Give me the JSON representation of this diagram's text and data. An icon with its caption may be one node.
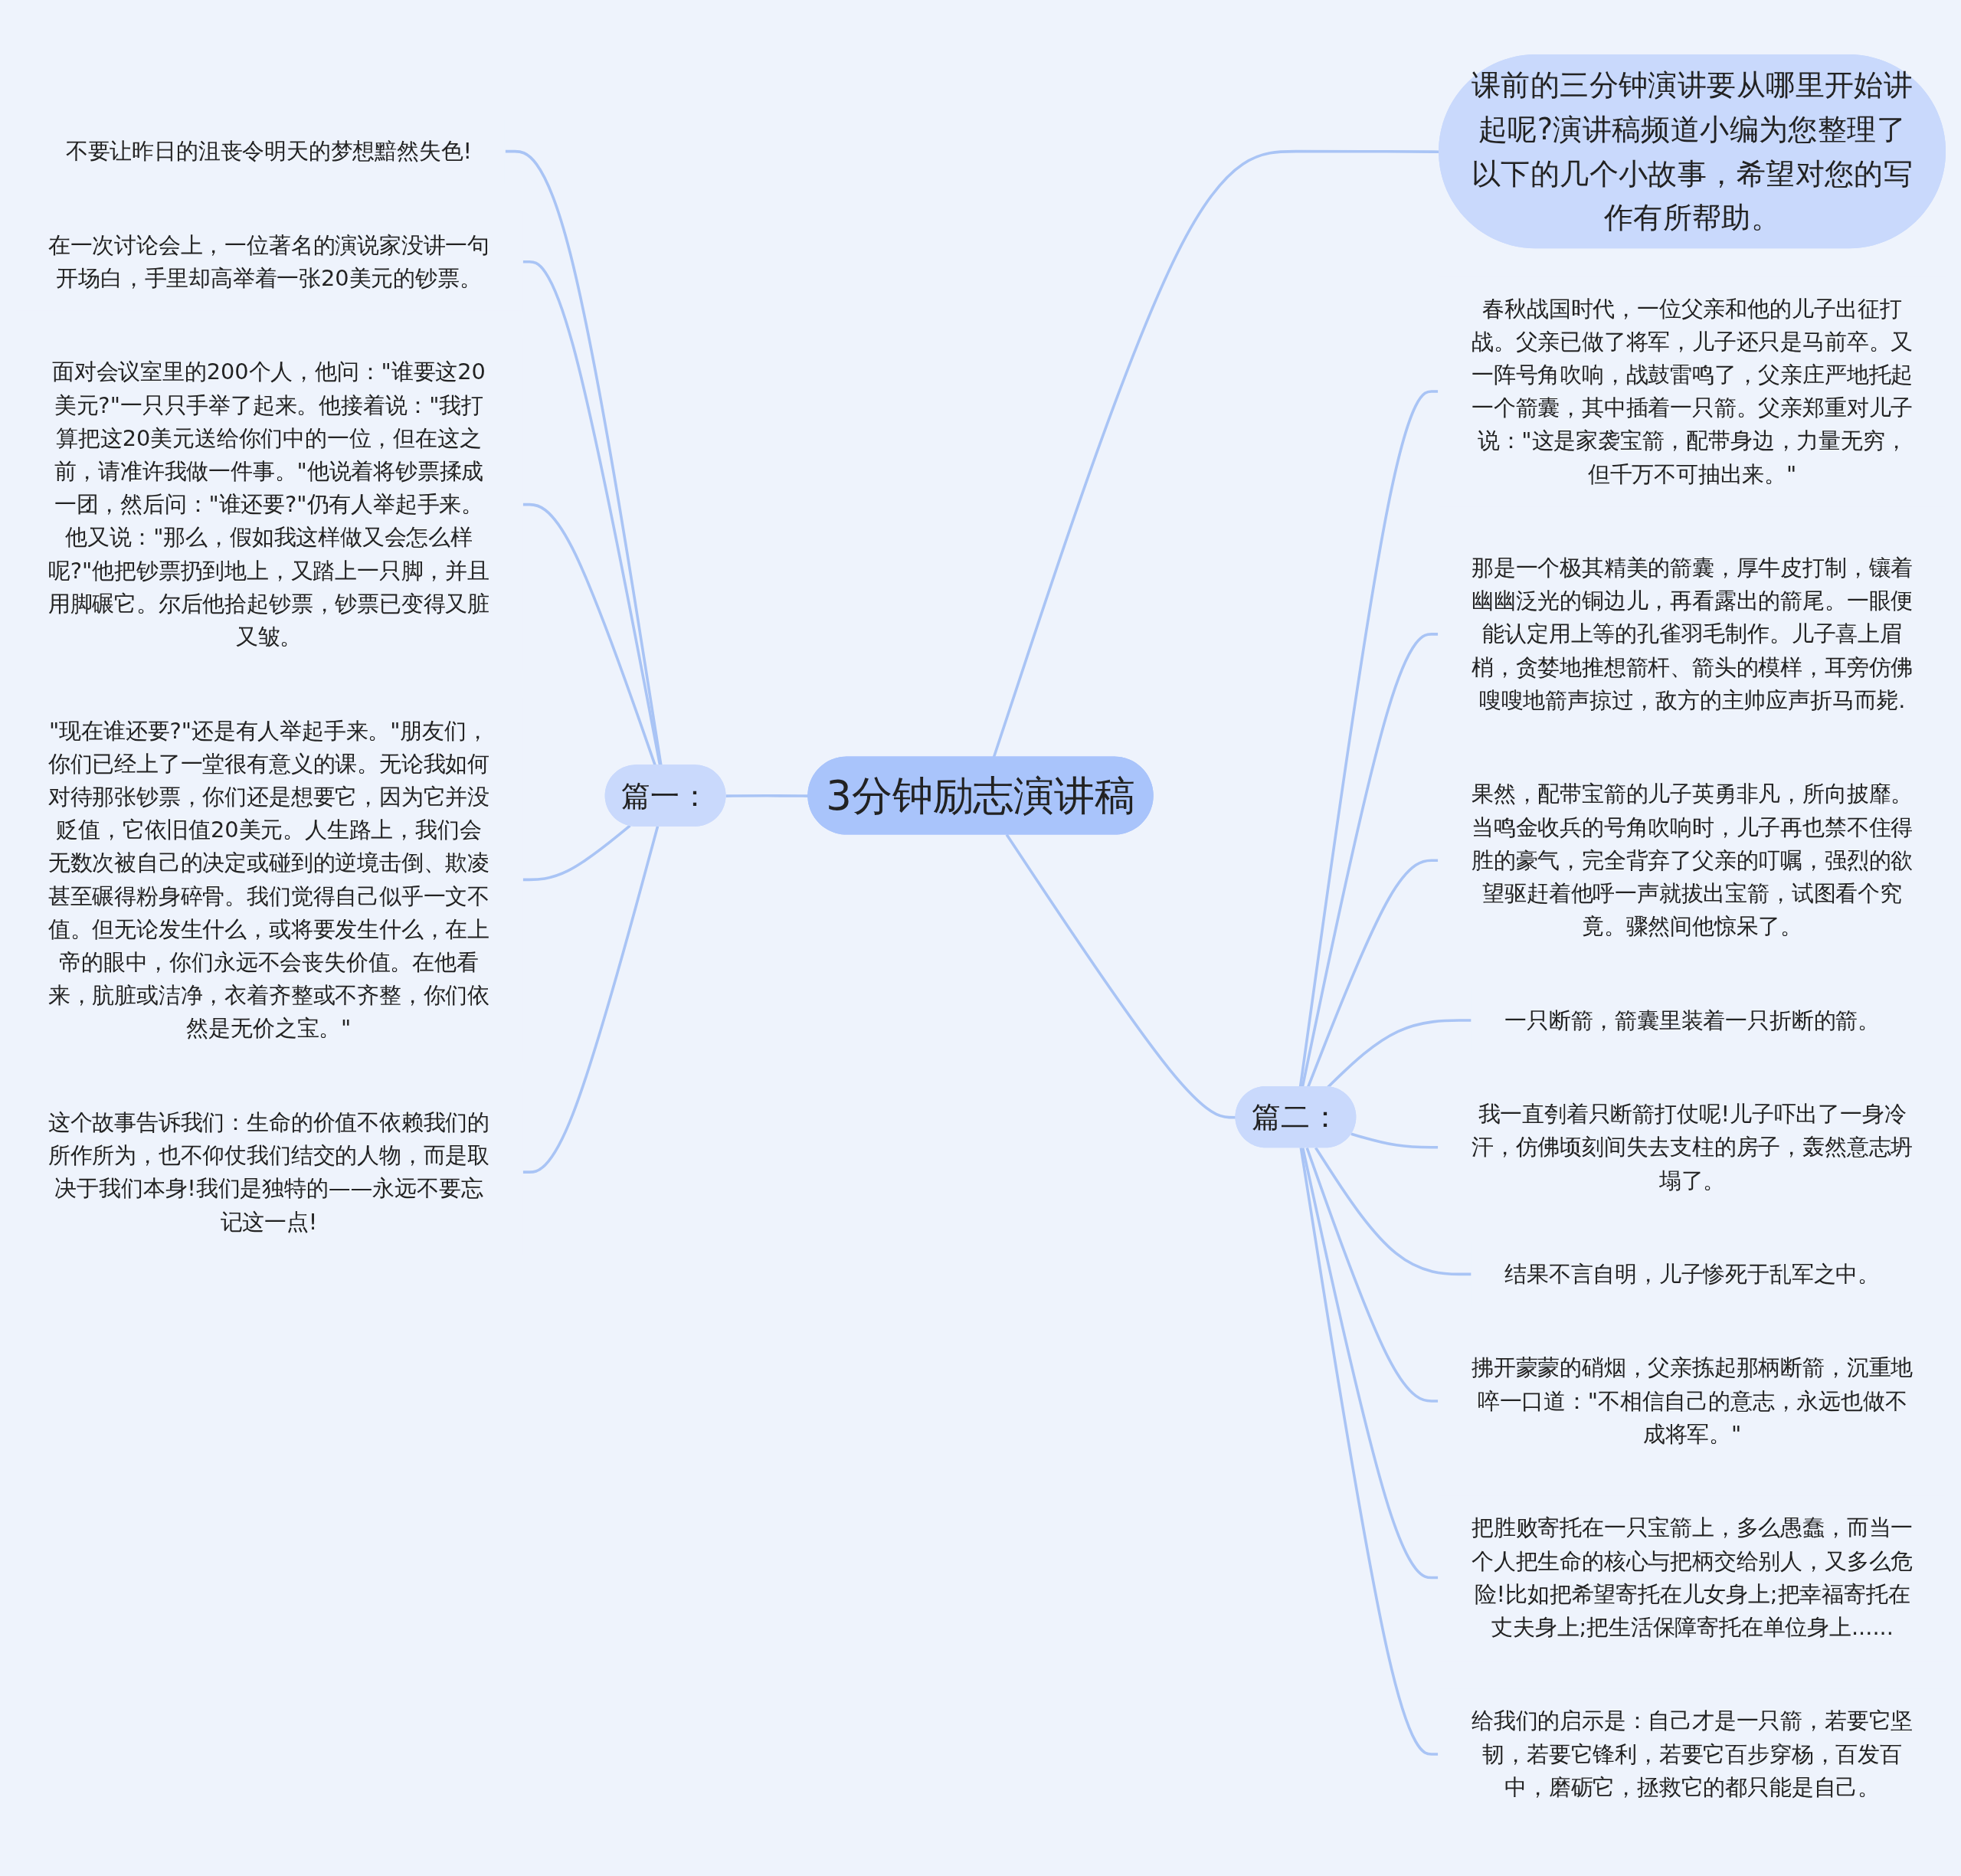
{
  "diagram": {
    "nodes": [
      {
        "text": [
          "3分钟励志演讲稿"
        ]
      },
      {
        "text": [
          "课前的三分钟演讲要从哪里开始讲起呢?演讲稿频道小编为您整理了以下的几个小故事，希望对您的写作有所帮助。"
        ]
      },
      {
        "text": [
          "篇一："
        ]
      },
      {
        "text": [
          "不要让昨日的沮丧令明天的梦想黯然失色!"
        ]
      },
      {
        "text": [
          "在一次讨论会上，一位著名的演说家没讲一句开场白，手里却高举着一张20美元的钞票。"
        ]
      },
      {
        "text": [
          "面对会议室里的200个人，他问：\"谁要这20美元?\"一只只手举了起来。他接着说：\"我打算把这20美元送给你们中的一位，但在这之前，请准许我做一件事。\"他说着将钞票揉成一团，然后问：\"谁还要?\"仍有人举起手来。他又说：\"那么，假如我这样做又会怎么样呢?\"他把钞票扔到地上，又踏上一只脚，并且用脚碾它。尔后他拾起钞票，钞票已变得又脏又皱。"
        ]
      },
      {
        "text": [
          "\"现在谁还要?\"还是有人举起手来。\"朋友们，你们已经上了一堂很有意义的课。无论我如何对待那张钞票，你们还是想要它，因为它并没贬值，它依旧值20美元。人生路上，我们会无数次被自己的决定或碰到的逆境击倒、欺凌甚至碾得粉身碎骨。我们觉得自己似乎一文不值。但无论发生什么，或将要发生什么，在上帝的眼中，你们永远不会丧失价值。在他看来，肮脏或洁净，衣着齐整或不齐整，你们依然是无价之宝。\""
        ]
      },
      {
        "text": [
          "这个故事告诉我们：生命的价值不依赖我们的所作所为，也不仰仗我们结交的人物，而是取决于我们本身!我们是独特的——永远不要忘记这一点!"
        ]
      },
      {
        "text": [
          "篇二："
        ]
      },
      {
        "text": [
          "春秋战国时代，一位父亲和他的儿子出征打战。父亲已做了将军，儿子还只是马前卒。又一阵号角吹响，战鼓雷鸣了，父亲庄严地托起一个箭囊，其中插着一只箭。父亲郑重对儿子说：\"这是家袭宝箭，配带身边，力量无穷，但千万不可抽出来。\""
        ]
      },
      {
        "text": [
          "那是一个极其精美的箭囊，厚牛皮打制，镶着幽幽泛光的铜边儿，再看露出的箭尾。一眼便能认定用上等的孔雀羽毛制作。儿子喜上眉梢，贪婪地推想箭杆、箭头的模样，耳旁仿佛嗖嗖地箭声掠过，敌方的主帅应声折马而毙."
        ]
      },
      {
        "text": [
          "果然，配带宝箭的儿子英勇非凡，所向披靡。当鸣金收兵的号角吹响时，儿子再也禁不住得胜的豪气，完全背弃了父亲的叮嘱，强烈的欲望驱赶着他呼一声就拔出宝箭，试图看个究竟。骤然间他惊呆了。"
        ]
      },
      {
        "text": [
          "一只断箭，箭囊里装着一只折断的箭。"
        ]
      },
      {
        "text": [
          "我一直刳着只断箭打仗呢!儿子吓出了一身冷汗，仿佛顷刻间失去支柱的房子，轰然意志坍塌了。"
        ]
      },
      {
        "text": [
          "结果不言自明，儿子惨死于乱军之中。"
        ]
      },
      {
        "text": [
          "拂开蒙蒙的硝烟，父亲拣起那柄断箭，沉重地啐一口道：\"不相信自己的意志，永远也做不成将军。\""
        ]
      },
      {
        "text": [
          "把胜败寄托在一只宝箭上，多么愚蠢，而当一个人把生命的核心与把柄交给别人，又多么危险!比如把希望寄托在儿女身上;把幸福寄托在丈夫身上;把生活保障寄托在单位身上......"
        ]
      },
      {
        "text": [
          "给我们的启示是：自己才是一只箭，若要它坚韧，若要它锋利，若要它百步穿杨，百发百中，磨砺它，拯救它的都只能是自己。"
        ]
      }
    ],
    "edges": [
      {
        "from": 0,
        "to": 1,
        "arrow": "none"
      },
      {
        "from": 0,
        "to": 2,
        "arrow": "none"
      },
      {
        "from": 0,
        "to": 8,
        "arrow": "none"
      },
      {
        "from": 2,
        "to": 3,
        "arrow": "none"
      },
      {
        "from": 2,
        "to": 4,
        "arrow": "none"
      },
      {
        "from": 2,
        "to": 5,
        "arrow": "none"
      },
      {
        "from": 2,
        "to": 6,
        "arrow": "none"
      },
      {
        "from": 2,
        "to": 7,
        "arrow": "none"
      },
      {
        "from": 8,
        "to": 9,
        "arrow": "none"
      },
      {
        "from": 8,
        "to": 10,
        "arrow": "none"
      },
      {
        "from": 8,
        "to": 11,
        "arrow": "none"
      },
      {
        "from": 8,
        "to": 12,
        "arrow": "none"
      },
      {
        "from": 8,
        "to": 13,
        "arrow": "none"
      },
      {
        "from": 8,
        "to": 14,
        "arrow": "none"
      },
      {
        "from": 8,
        "to": 15,
        "arrow": "none"
      },
      {
        "from": 8,
        "to": 16,
        "arrow": "none"
      },
      {
        "from": 8,
        "to": 17,
        "arrow": "none"
      }
    ]
  }
}
